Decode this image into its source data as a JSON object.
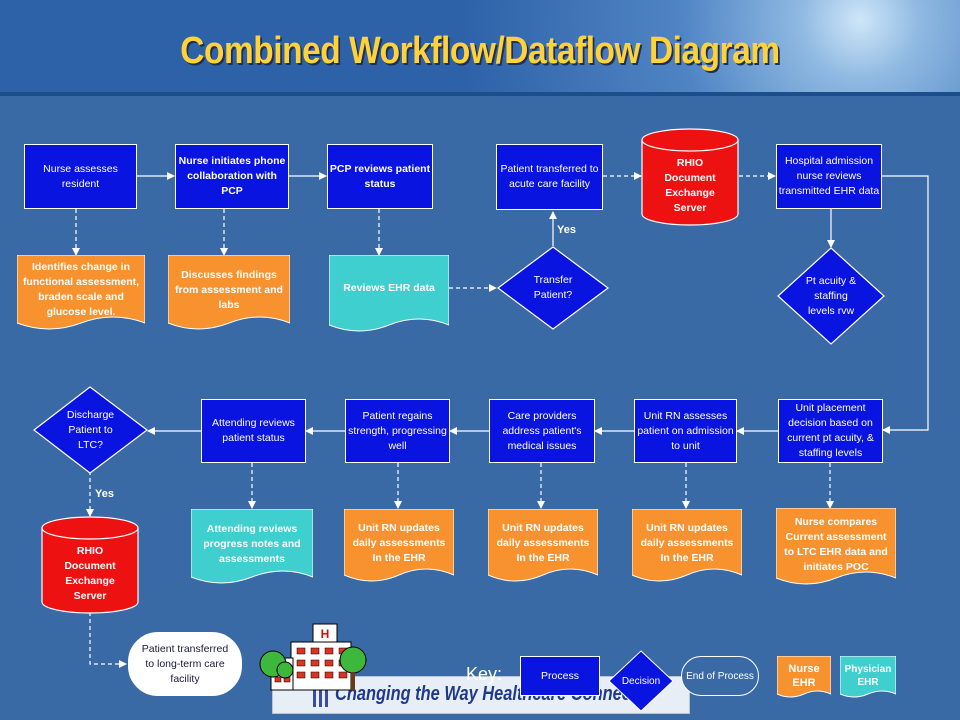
{
  "title": "Combined Workflow/Dataflow Diagram",
  "nodes": {
    "nurse_assesses": "Nurse assesses resident",
    "nurse_initiates": "Nurse initiates phone collaboration with PCP",
    "pcp_reviews": "PCP reviews patient status",
    "patient_transferred_acute": "Patient transferred to acute care facility",
    "rhio_top": "RHIO Document Exchange Server",
    "hospital_admission": "Hospital admission nurse reviews transmitted EHR data",
    "identifies_change": "Identifies change in functional assessment, braden scale and glucose level.",
    "discusses_findings": "Discusses findings from assessment and labs",
    "reviews_ehr": "Reviews EHR data",
    "transfer_decision": "Transfer Patient?",
    "pt_acuity": "Pt acuity & staffing levels rvw",
    "discharge_decision": "Discharge Patient to LTC?",
    "attending_reviews": "Attending reviews patient status",
    "patient_regains": "Patient regains strength, progressing well",
    "care_providers": "Care providers address patient's medical issues",
    "unit_rn_assesses": "Unit RN assesses patient on admission to unit",
    "unit_placement": "Unit placement decision based on current pt acuity, & staffing levels",
    "attending_notes": "Attending reviews progress notes and assessments",
    "unit_rn_updates_1": "Unit RN updates daily assessments In the EHR",
    "unit_rn_updates_2": "Unit RN updates daily assessments In the EHR",
    "unit_rn_updates_3": "Unit RN updates daily assessments In the EHR",
    "nurse_compares": "Nurse compares Current assessment to LTC EHR data and initiates POC",
    "rhio_bottom": "RHIO Document Exchange Server",
    "patient_transferred_ltc": "Patient transferred to long-term care facility"
  },
  "labels": {
    "yes_top": "Yes",
    "yes_bottom": "Yes"
  },
  "key": {
    "label": "Key:",
    "process": "Process",
    "decision": "Decision",
    "end": "End of Process",
    "nurse_ehr": "Nurse EHR",
    "physician_ehr": "Physician EHR"
  },
  "banner": {
    "text": "Changing the Way Healthcare Connects"
  },
  "colors": {
    "process": "#0a14e0",
    "nurse_ehr": "#f7922e",
    "physician_ehr": "#3fcfcf",
    "rhio": "#ee1111",
    "title": "#ffd23a",
    "background": "#3a6aa6"
  }
}
